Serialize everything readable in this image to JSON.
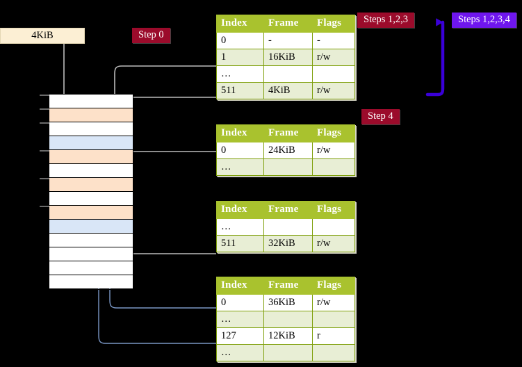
{
  "badges": {
    "step0": "Step 0",
    "steps123": "Steps 1,2,3",
    "steps1234": "Steps 1,2,3,4",
    "step4": "Step 4"
  },
  "page_size_box": {
    "label": "4KiB"
  },
  "colors": {
    "table_header": "#a9c22e",
    "table_alt_row": "#e8eed5",
    "highlight": "#ffff9e",
    "badge_red": "#9b0b2b",
    "badge_blue": "#6f16ee",
    "mem_peach": "#fde1c9",
    "mem_blue": "#d9e6f7",
    "box_4kib": "#fcefd4",
    "arrow_gray": "#b9b9b9",
    "arrow_blue": "#6e8fc4",
    "bracket_blue": "#3a00d8",
    "background": "#000000"
  },
  "tables": [
    {
      "id": "table0",
      "headers": [
        "Index",
        "Frame",
        "Flags"
      ],
      "rows": [
        {
          "index": "0",
          "frame": "-",
          "flags": "-",
          "alt": false,
          "highlight": false
        },
        {
          "index": "1",
          "frame": "16KiB",
          "flags": "r/w",
          "alt": true,
          "highlight": false
        },
        {
          "index": "…",
          "frame": "",
          "flags": "",
          "alt": false,
          "highlight": false
        },
        {
          "index": "511",
          "frame": "4KiB",
          "flags": "r/w",
          "alt": true,
          "highlight": true
        }
      ]
    },
    {
      "id": "table1",
      "headers": [
        "Index",
        "Frame",
        "Flags"
      ],
      "rows": [
        {
          "index": "0",
          "frame": "24KiB",
          "flags": "r/w",
          "alt": false,
          "highlight": false
        },
        {
          "index": "…",
          "frame": "",
          "flags": "",
          "alt": true,
          "highlight": false
        }
      ]
    },
    {
      "id": "table2",
      "headers": [
        "Index",
        "Frame",
        "Flags"
      ],
      "rows": [
        {
          "index": "…",
          "frame": "",
          "flags": "",
          "alt": false,
          "highlight": false
        },
        {
          "index": "511",
          "frame": "32KiB",
          "flags": "r/w",
          "alt": true,
          "highlight": false
        }
      ]
    },
    {
      "id": "table3",
      "headers": [
        "Index",
        "Frame",
        "Flags"
      ],
      "rows": [
        {
          "index": "0",
          "frame": "36KiB",
          "flags": "r/w",
          "alt": false,
          "highlight": false
        },
        {
          "index": "…",
          "frame": "",
          "flags": "",
          "alt": true,
          "highlight": false
        },
        {
          "index": "127",
          "frame": "12KiB",
          "flags": "r",
          "alt": false,
          "highlight": false
        },
        {
          "index": "…",
          "frame": "",
          "flags": "",
          "alt": true,
          "highlight": false
        }
      ]
    }
  ],
  "memory_column": {
    "rows": [
      {
        "fill": "white",
        "tick": true
      },
      {
        "fill": "peach",
        "tick": true
      },
      {
        "fill": "white",
        "tick": true
      },
      {
        "fill": "blue",
        "tick": false
      },
      {
        "fill": "peach",
        "tick": true
      },
      {
        "fill": "white",
        "tick": false
      },
      {
        "fill": "peach",
        "tick": true
      },
      {
        "fill": "white",
        "tick": false
      },
      {
        "fill": "peach",
        "tick": true
      },
      {
        "fill": "blue",
        "tick": false
      },
      {
        "fill": "white",
        "tick": false
      },
      {
        "fill": "white",
        "tick": false
      },
      {
        "fill": "white",
        "tick": false
      },
      {
        "fill": "white",
        "tick": false
      }
    ]
  }
}
